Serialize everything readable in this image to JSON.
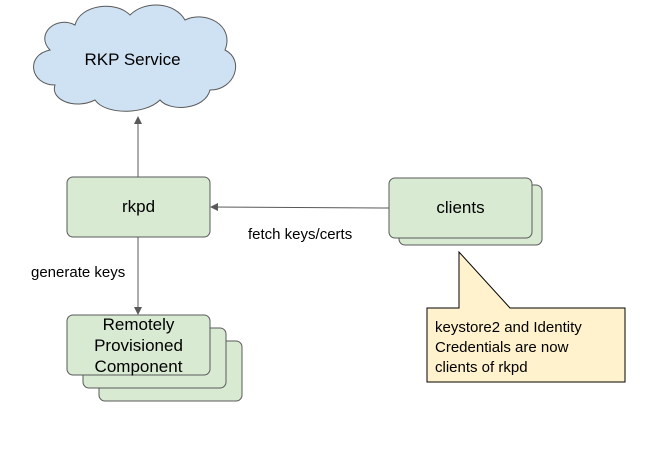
{
  "nodes": {
    "rkp_service": "RKP Service",
    "rkpd": "rkpd",
    "clients": "clients",
    "rpc_line1": "Remotely",
    "rpc_line2": "Provisioned",
    "rpc_line3": "Component"
  },
  "edges": {
    "fetch": "fetch keys/certs",
    "generate": "generate keys"
  },
  "note": {
    "line1": "keystore2 and Identity",
    "line2": "Credentials are now",
    "line3": "clients of rkpd"
  },
  "colors": {
    "cloud_fill": "#cfe2f3",
    "box_fill": "#d9ead3",
    "note_fill": "#fff2cc",
    "stroke": "#595959"
  }
}
